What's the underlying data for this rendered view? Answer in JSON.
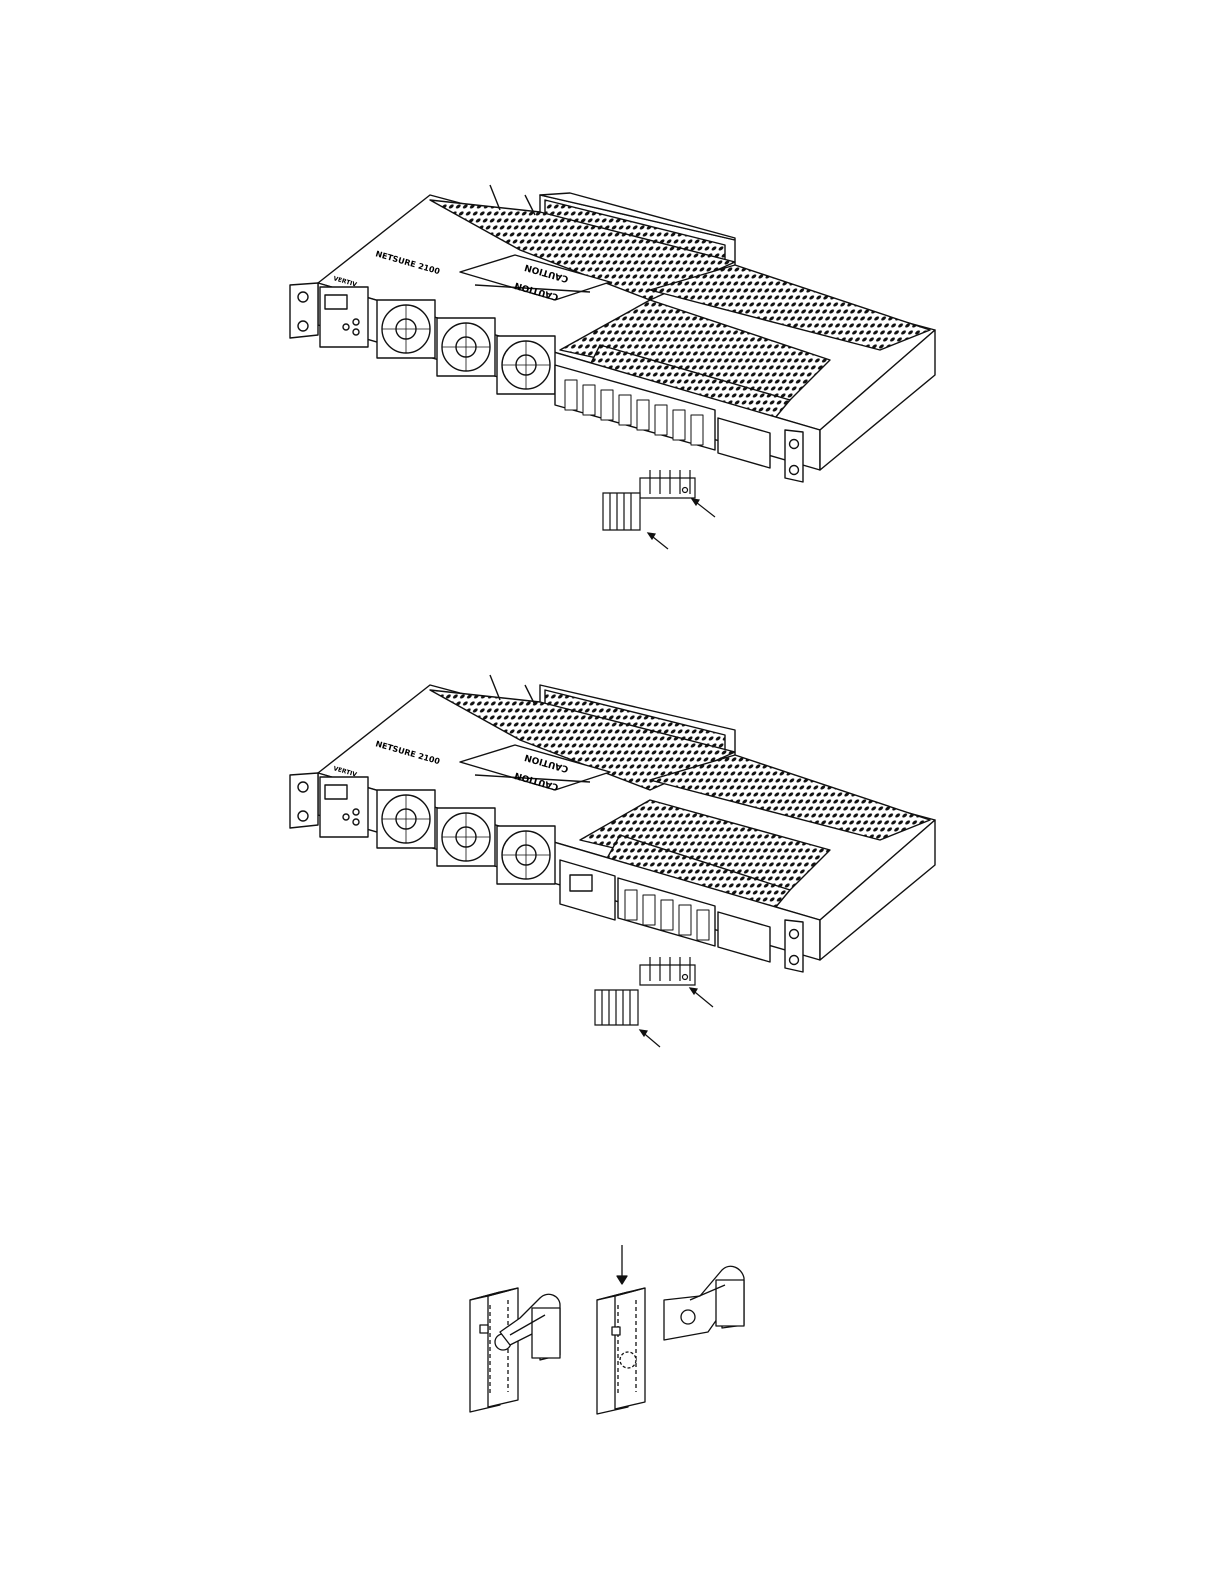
{
  "figures": [
    {
      "labels": {
        "brand": "NETSURE 2100",
        "model": "VERTIV",
        "caution_1": "CAUTION",
        "caution_2": "CAUTION"
      }
    },
    {
      "labels": {
        "brand": "NETSURE 2100",
        "model": "VERTIV",
        "caution_1": "CAUTION",
        "caution_2": "CAUTION"
      }
    }
  ],
  "colors": {
    "line": "#111111",
    "fill": "#ffffff",
    "shade": "#cfcfcf"
  }
}
